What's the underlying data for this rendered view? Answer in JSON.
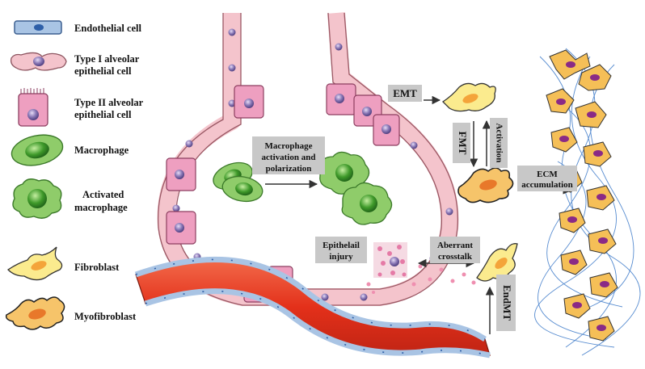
{
  "legend": {
    "endothelial": "Endothelial cell",
    "type1_line1": "Type I alveolar",
    "type1_line2": "epithelial cell",
    "type2_line1": "Type II alveolar",
    "type2_line2": "epithelial cell",
    "macrophage": "Macrophage",
    "activated_line1": "Activated",
    "activated_line2": "macrophage",
    "fibroblast": "Fibroblast",
    "myofibroblast": "Myofibroblast"
  },
  "labels": {
    "emt": "EMT",
    "fmt": "FMT",
    "activation": "Activation",
    "macro_line1": "Macrophage",
    "macro_line2": "activation and",
    "macro_line3": "polarization",
    "ecm_line1": "ECM",
    "ecm_line2": "accumulation",
    "injury_line1": "Epithelail",
    "injury_line2": "injury",
    "crosstalk_line1": "Aberrant",
    "crosstalk_line2": "crosstalk",
    "endmt": "EndMT"
  },
  "colors": {
    "vessel_red": "#e8331e",
    "epithelium_pink": "#f4c4cc",
    "type2_pink": "#ee9fc0",
    "nucleus_purple": "#7a6aa8",
    "macrophage_green": "#7dbf5c",
    "fibroblast_yellow": "#fbeb8e",
    "myofibroblast_orange": "#f4b64a",
    "label_box": "#c8c8c8",
    "endothelial_blue": "#a9c4e4"
  }
}
